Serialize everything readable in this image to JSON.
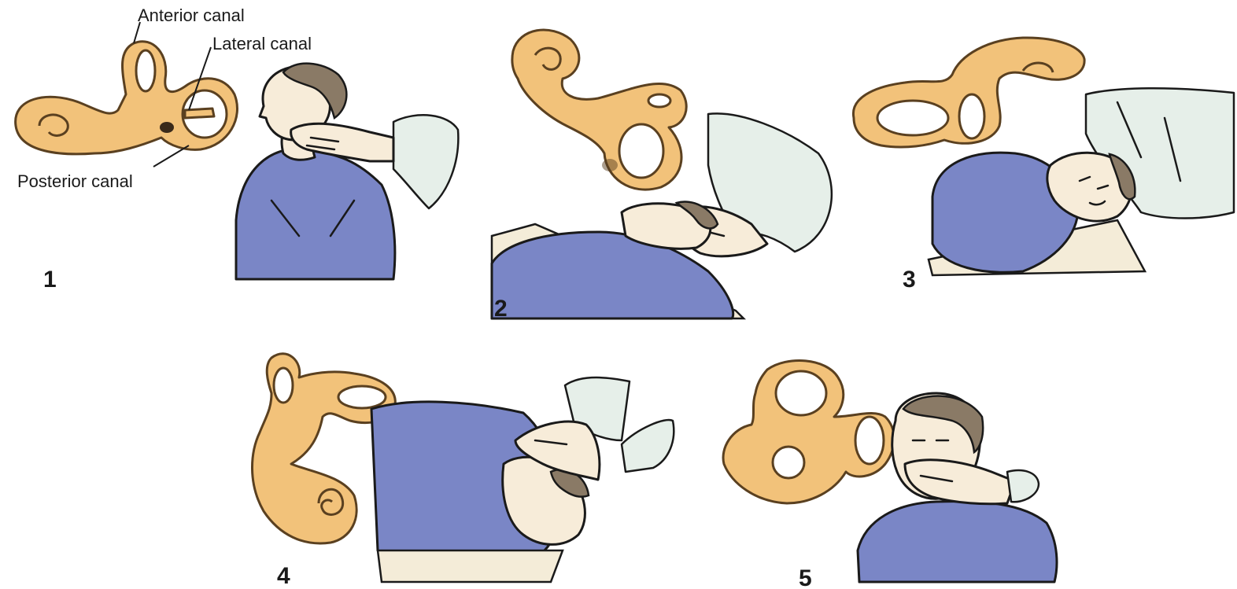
{
  "labels": {
    "anterior_canal": "Anterior canal",
    "lateral_canal": "Lateral canal",
    "posterior_canal": "Posterior canal"
  },
  "steps": [
    "1",
    "2",
    "3",
    "4",
    "5"
  ],
  "colors": {
    "labyrinth": "#f2c27a",
    "shirt": "#7a86c6",
    "skin": "#f7ecd9",
    "hair": "#8a7a66",
    "examiner_sleeve": "#e6efe9"
  }
}
